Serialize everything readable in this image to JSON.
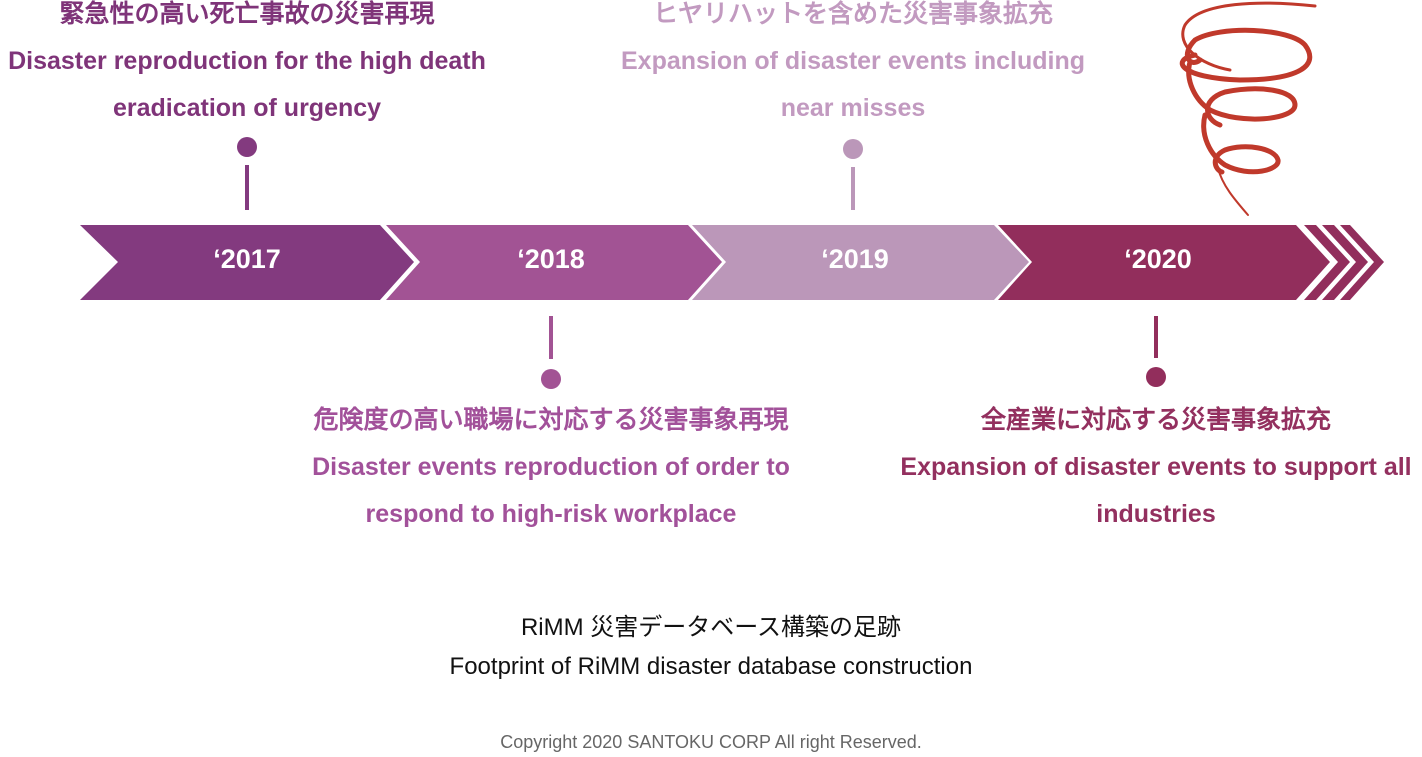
{
  "timeline": [
    {
      "year": "‘2017",
      "jp": "緊急性の高い死亡事故の災害再現",
      "en1": "Disaster reproduction for the high death",
      "en2": "eradication of urgency",
      "color": "#833a7f"
    },
    {
      "year": "‘2018",
      "jp": "危険度の高い職場に対応する災害事象再現",
      "en1": "Disaster events reproduction of order to",
      "en2": "respond to high-risk workplace",
      "color": "#a25394"
    },
    {
      "year": "‘2019",
      "jp": "ヒヤリハットを含めた災害事象拡充",
      "en1": "Expansion of disaster events including",
      "en2": "near misses",
      "color": "#bb97b9"
    },
    {
      "year": "‘2020",
      "jp": "全産業に対応する災害事象拡充",
      "en1": "Expansion of disaster events to support all",
      "en2": "industries",
      "color": "#922e5c"
    }
  ],
  "footer": {
    "title_jp": "RiMM 災害データベース構築の足跡",
    "title_en": "Footprint of RiMM disaster database construction",
    "copyright": "Copyright 2020 SANTOKU CORP All right Reserved."
  }
}
